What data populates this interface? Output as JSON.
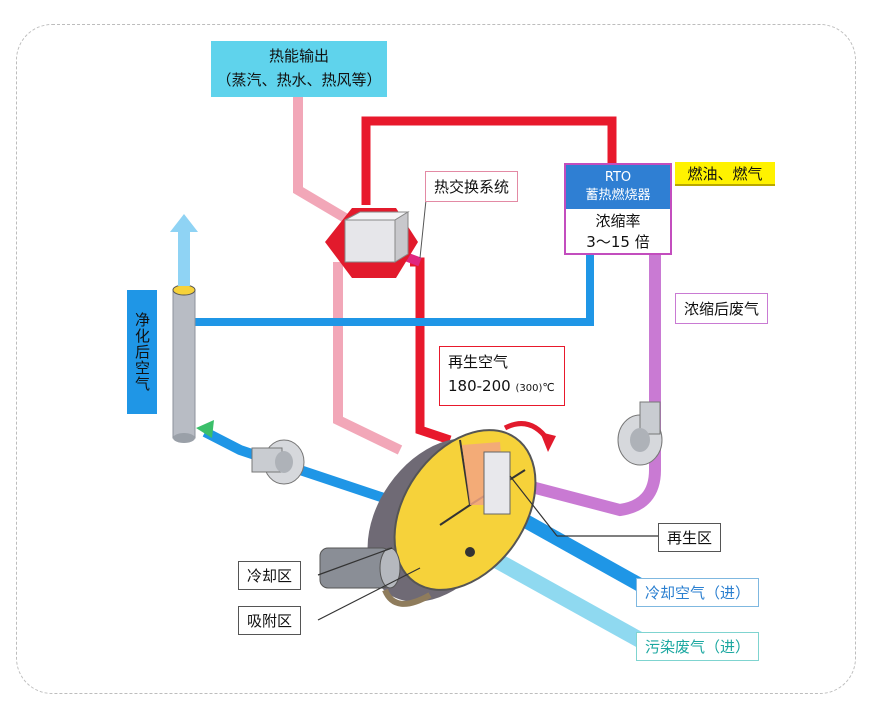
{
  "labels": {
    "heat_output_line1": "热能输出",
    "heat_output_line2": "（蒸汽、热水、热风等）",
    "heat_exchange": "热交换系统",
    "fuel": "燃油、燃气",
    "rto_line1": "RTO",
    "rto_line2": "蓄热燃烧器",
    "concentration_line1": "浓缩率",
    "concentration_line2": "3～15 倍",
    "concentrated_exhaust": "浓缩后废气",
    "purified_air": "净化后空气",
    "regen_air_title": "再生空气",
    "regen_air_temp": "180-200",
    "regen_air_paren": "(300)",
    "regen_air_unit": "℃",
    "regen_zone": "再生区",
    "cooling_zone": "冷却区",
    "adsorption_zone": "吸附区",
    "cooling_air_in": "冷却空气（进）",
    "polluted_exhaust_in": "污染废气（进）"
  },
  "colors": {
    "heat_output_box": "#5fd3ec",
    "fuel_box": "#fff200",
    "rto_header": "#2f7fd3",
    "rto_border": "#c34dbe",
    "hot_pipe": "#e8192c",
    "pink_pipe": "#f2a7b8",
    "blue_pipe": "#1f96e6",
    "light_blue_pipe": "#8fd9f0",
    "purple_pipe": "#c97ad3",
    "rotor_face": "#f6d23a",
    "magenta_pipe": "#e0277f"
  }
}
